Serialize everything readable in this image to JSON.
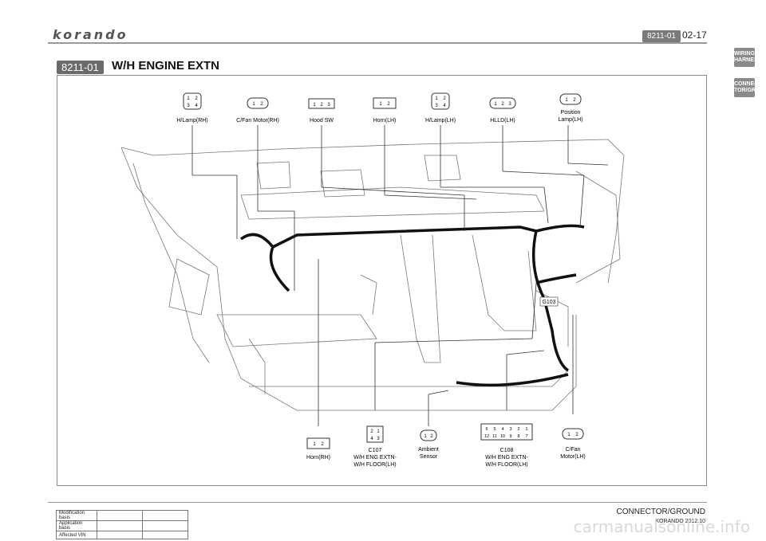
{
  "header": {
    "logo": "korando",
    "code": "8211-01",
    "page": "02-17"
  },
  "section": {
    "badge": "8211-01",
    "title": "W/H ENGINE EXTN"
  },
  "side_tabs": [
    "WIRING HARNESS",
    "CONNEC TOR/GR"
  ],
  "connectors_top": [
    {
      "label": "H/Lamp(RH)",
      "pins": [
        "1",
        "2",
        "3",
        "4"
      ]
    },
    {
      "label": "C/Fan Motor(RH)",
      "pins": [
        "1",
        "2"
      ]
    },
    {
      "label": "Hood SW",
      "pins": [
        "1",
        "2",
        "3"
      ]
    },
    {
      "label": "Horn(LH)",
      "pins": [
        "1",
        "2"
      ]
    },
    {
      "label": "H/Lamp(LH)",
      "pins": [
        "1",
        "2",
        "3",
        "4"
      ]
    },
    {
      "label": "HLLD(LH)",
      "pins": [
        "1",
        "2",
        "3"
      ]
    },
    {
      "label": "Position",
      "label2": "Lamp(LH)",
      "pins": [
        "1",
        "2"
      ]
    }
  ],
  "connectors_bottom": [
    {
      "label": "Horn(RH)",
      "pins": [
        "1",
        "2"
      ]
    },
    {
      "label": "C107",
      "label2": "W/H ENG EXTN-",
      "label3": "W/H FLOOR(LH)",
      "pins": [
        "2",
        "1",
        "4",
        "3"
      ]
    },
    {
      "label": "Ambient",
      "label2": "Sensor",
      "pins": [
        "1",
        "2"
      ]
    },
    {
      "label": "C108",
      "label2": "W/H ENG EXTN-",
      "label3": "W/H FLOOR(LH)",
      "pins": [
        "6",
        "5",
        "4",
        "3",
        "2",
        "1",
        "12",
        "11",
        "10",
        "9",
        "8",
        "7"
      ]
    },
    {
      "label": "C/Fan",
      "label2": "Motor(LH)",
      "pins": [
        "1",
        "2"
      ]
    }
  ],
  "ground": "G103",
  "footer": {
    "title": "CONNECTOR/GROUND",
    "model": "KORANDO 2012.10"
  },
  "mod_table": {
    "rows": [
      "Modification basis",
      "Application basis",
      "Affected VIN"
    ]
  },
  "watermark": "carmanualsonline.info"
}
